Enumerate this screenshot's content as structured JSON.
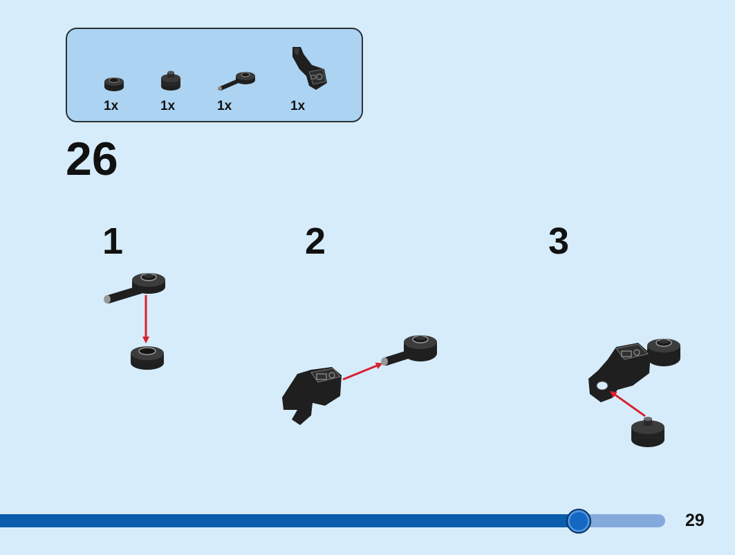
{
  "parts": [
    {
      "name": "round-plate-1x1",
      "quantity": "1x"
    },
    {
      "name": "round-brick-1x1",
      "quantity": "1x"
    },
    {
      "name": "round-plate-with-bar",
      "quantity": "1x"
    },
    {
      "name": "robot-arm-bracket",
      "quantity": "1x"
    }
  ],
  "step": {
    "number": "26"
  },
  "substeps": [
    {
      "number": "1"
    },
    {
      "number": "2"
    },
    {
      "number": "3"
    }
  ],
  "progress": {
    "fraction": 0.87
  },
  "page_number": "29",
  "colors": {
    "background": "#d6ecfb",
    "parts_box": "#acd3f2",
    "arrow": "#d8202e",
    "brick": "#1f1f1f",
    "progress_fill": "#0a5cad",
    "progress_track": "#84a9dc"
  }
}
